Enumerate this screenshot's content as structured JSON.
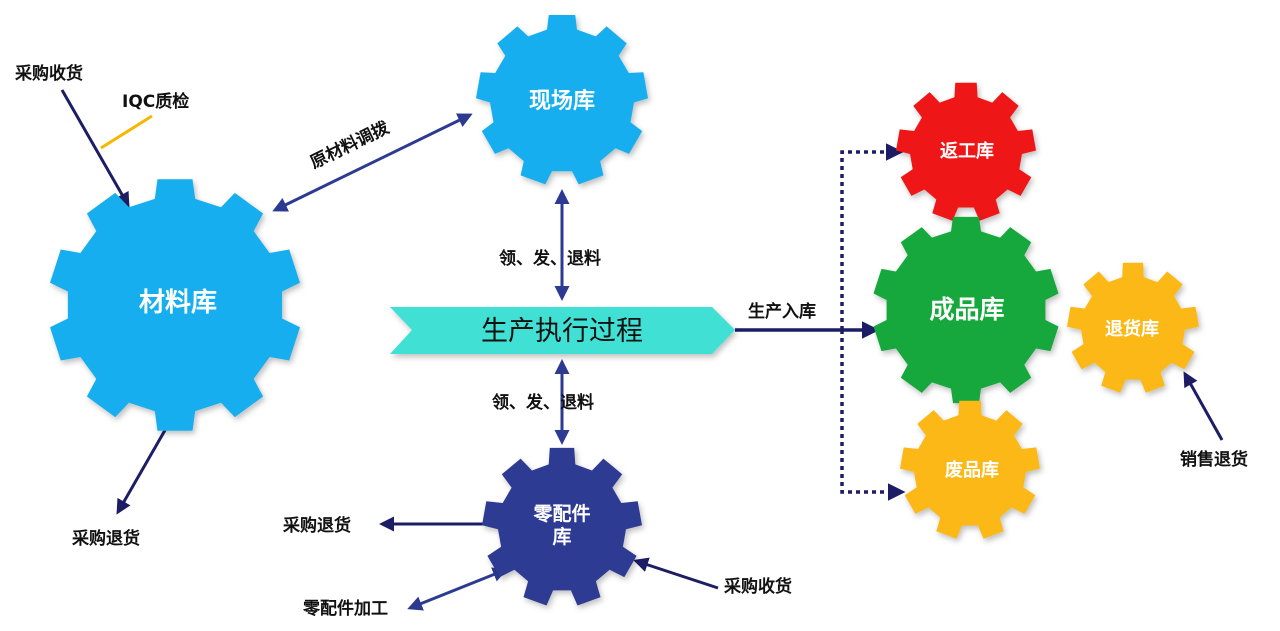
{
  "colors": {
    "blue": "#14aeef",
    "navy": "#2d3a92",
    "red": "#ee1515",
    "green": "#14a83c",
    "yellow": "#fbb814",
    "banner": "#3fe0d4",
    "arrow": "#1d1d66",
    "qc_line": "#f5b800"
  },
  "gears": {
    "materials": "材料库",
    "site": "现场库",
    "parts_line1": "零配件",
    "parts_line2": "库",
    "rework": "返工库",
    "finished": "成品库",
    "returns": "退货库",
    "scrap": "废品库"
  },
  "banner": {
    "label": "生产执行过程"
  },
  "labels": {
    "purchase_receive": "采购收货",
    "iqc": "IQC质检",
    "raw_transfer": "原材料调拨",
    "purchase_return": "采购退货",
    "issue_return_top": "领、发、退料",
    "issue_return_bottom": "领、发、退料",
    "production_in": "生产入库",
    "sales_return": "销售退货",
    "parts_purchase_return": "采购退货",
    "parts_processing": "零配件加工",
    "parts_purchase_receive": "采购收货"
  }
}
